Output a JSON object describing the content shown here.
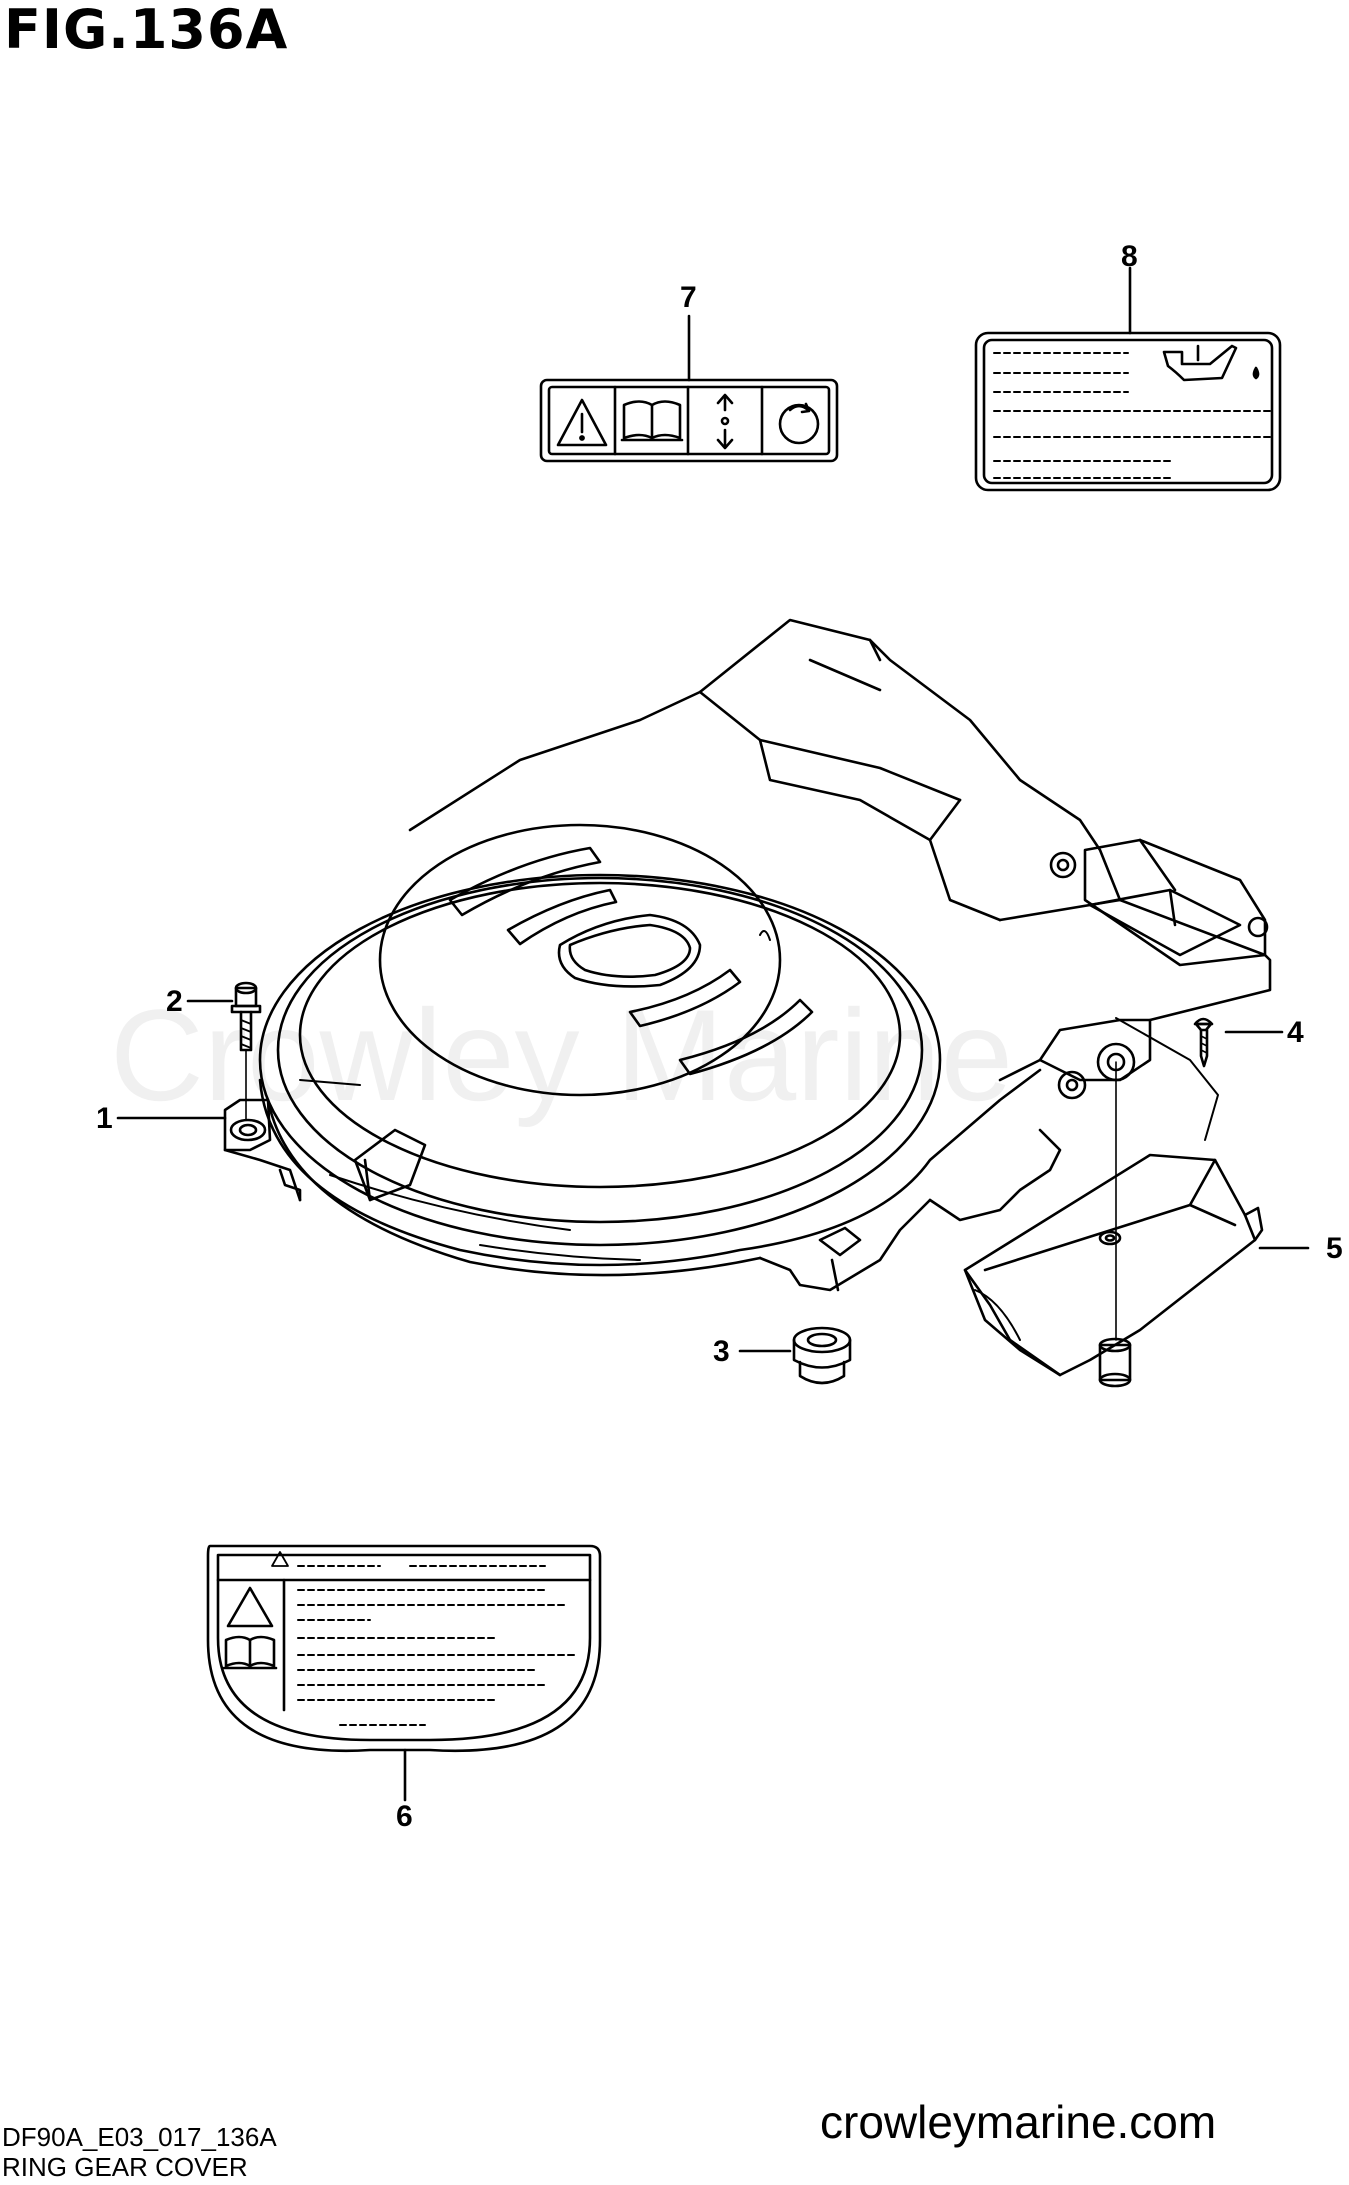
{
  "figure": {
    "title": "FIG.136A"
  },
  "watermark": {
    "text": "Crowley Marine"
  },
  "callouts": [
    "1",
    "2",
    "3",
    "4",
    "5",
    "6",
    "7",
    "8"
  ],
  "footer": {
    "code": "DF90A_E03_017_136A",
    "caption": "RING GEAR COVER",
    "site": "crowleymarine.com"
  },
  "colors": {
    "line": "#000000",
    "background": "#ffffff"
  },
  "icons": [
    "warning-triangle-icon",
    "manual-book-icon",
    "up-down-arrow-icon",
    "rotation-icon",
    "oil-can-icon"
  ]
}
